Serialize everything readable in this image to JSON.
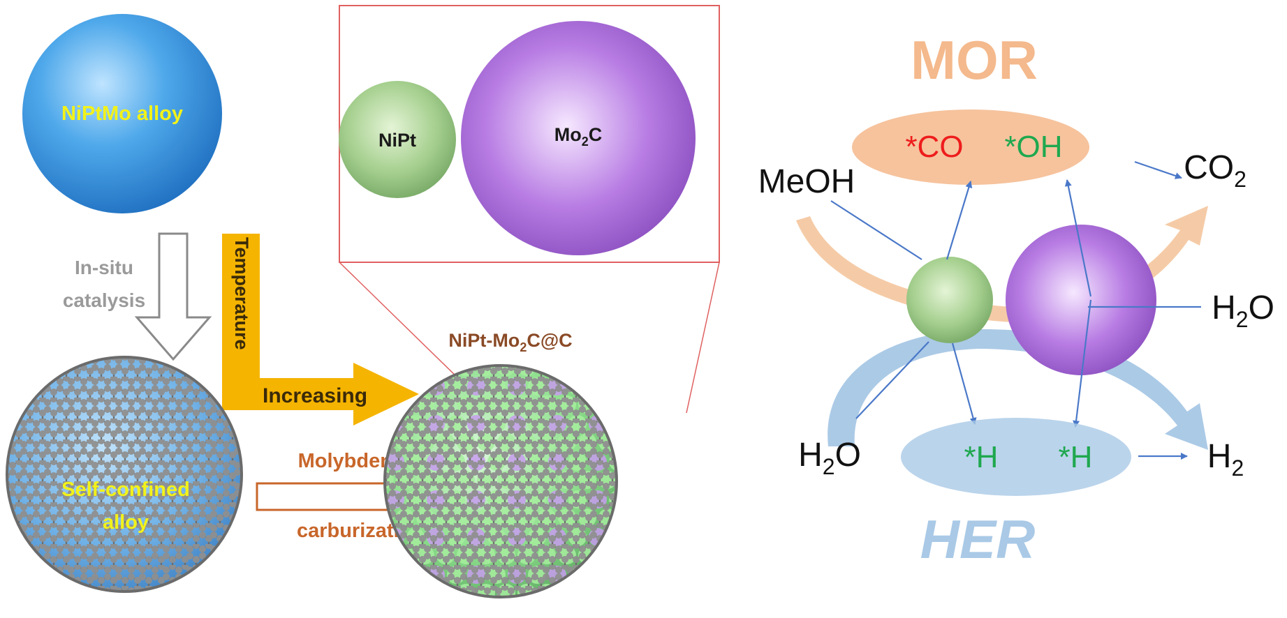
{
  "left_panel": {
    "alloy_label": "NiPtMo alloy",
    "insitu_line1": "In-situ",
    "insitu_line2": "catalysis",
    "temperature_label": "Temperature",
    "increasing_label": "Increasing",
    "confined_line1": "Self-confined",
    "confined_line2": "alloy",
    "molybdenum_label": "Molybdenum",
    "carburization_label": "carburization"
  },
  "center_panel": {
    "nipt_label": "NiPt",
    "mo_label_main": "Mo",
    "mo_label_sub": "2",
    "mo_label_end": "C",
    "product_prefix": "NiPt-Mo",
    "product_sub": "2",
    "product_suffix": "C@C"
  },
  "right_panel": {
    "mor_label": "MOR",
    "her_label": "HER",
    "co_ads": "*CO",
    "oh_ads": "*OH",
    "h_ads_1": "*H",
    "h_ads_2": "*H",
    "meoh": "MeOH",
    "co2_main": "CO",
    "co2_sub": "2",
    "h2o_right_main": "H",
    "h2o_right_sub": "2",
    "h2o_right_end": "O",
    "h2o_left_main": "H",
    "h2o_left_sub": "2",
    "h2o_left_end": "O",
    "h2_main": "H",
    "h2_sub": "2"
  },
  "colors": {
    "yellow_text": "#f2f21a",
    "orange_arrow": "#f5b400",
    "brown_text": "#c8662a",
    "mor_orange": "#f4b98c",
    "her_blue": "#a9c9e6",
    "arrow_blue": "#4a78c8",
    "co_red": "#ee1c1c",
    "oh_green": "#1fa84f",
    "zoom_red": "#e06060"
  }
}
